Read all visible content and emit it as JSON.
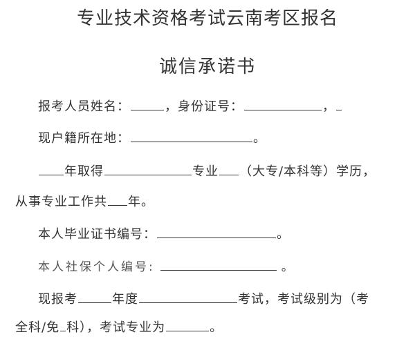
{
  "document": {
    "title_line1": "专业技术资格考试云南考区报名",
    "title_line2": "诚信承诺书",
    "line1": {
      "name_label": "报考人员姓名：",
      "sep1": "，身份证号：",
      "sep2": "，"
    },
    "line2": {
      "residence_label": "现户籍所在地：",
      "end": "。"
    },
    "line3": {
      "year_suffix": "年取得",
      "major_suffix": "专业",
      "edu_suffix": "（大专/本科等）学历，"
    },
    "line4": {
      "work_prefix": "从事专业工作共",
      "work_suffix": "年。"
    },
    "line5": {
      "diploma_label": "本人毕业证书编号：",
      "end": "。"
    },
    "line6": {
      "social_label": "本人社保个人编号:",
      "end": "。"
    },
    "line7": {
      "prefix": "现报考",
      "year_suffix": "年度",
      "exam_suffix": "考试，考试级别为（考"
    },
    "line8": {
      "level_text_a": "全科/免",
      "level_text_b": "科），考试专业为",
      "end": "。"
    },
    "blanks": {
      "name": "",
      "id_number": "",
      "residence": "",
      "grad_year": "",
      "major": "",
      "education": "",
      "work_years": "",
      "diploma_number": "",
      "social_number": "",
      "exam_year": "",
      "exam_name": "",
      "exempt_subjects": "",
      "exam_major": ""
    }
  }
}
